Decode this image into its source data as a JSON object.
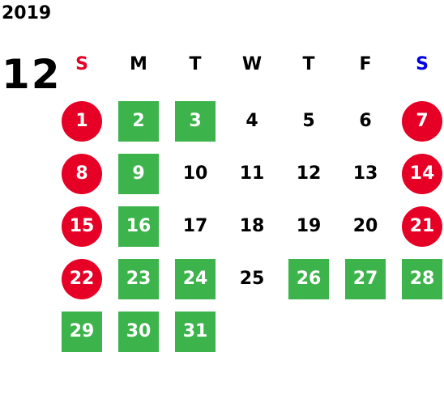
{
  "calendar": {
    "year": "2019",
    "month": "12",
    "colors": {
      "holiday": "#e60026",
      "workday": "#3cb44b",
      "sunday_label": "#e60026",
      "saturday_label": "#0000e6",
      "weekday_label": "#000000"
    },
    "weekdays": [
      {
        "label": "S",
        "kind": "sunday"
      },
      {
        "label": "M",
        "kind": "weekday"
      },
      {
        "label": "T",
        "kind": "weekday"
      },
      {
        "label": "W",
        "kind": "weekday"
      },
      {
        "label": "T",
        "kind": "weekday"
      },
      {
        "label": "F",
        "kind": "weekday"
      },
      {
        "label": "S",
        "kind": "saturday"
      }
    ],
    "days": [
      {
        "label": "1",
        "status": "holiday"
      },
      {
        "label": "2",
        "status": "workday"
      },
      {
        "label": "3",
        "status": "workday"
      },
      {
        "label": "4",
        "status": "plain"
      },
      {
        "label": "5",
        "status": "plain"
      },
      {
        "label": "6",
        "status": "plain"
      },
      {
        "label": "7",
        "status": "holiday"
      },
      {
        "label": "8",
        "status": "holiday"
      },
      {
        "label": "9",
        "status": "workday"
      },
      {
        "label": "10",
        "status": "plain"
      },
      {
        "label": "11",
        "status": "plain"
      },
      {
        "label": "12",
        "status": "plain"
      },
      {
        "label": "13",
        "status": "plain"
      },
      {
        "label": "14",
        "status": "holiday"
      },
      {
        "label": "15",
        "status": "holiday"
      },
      {
        "label": "16",
        "status": "workday"
      },
      {
        "label": "17",
        "status": "plain"
      },
      {
        "label": "18",
        "status": "plain"
      },
      {
        "label": "19",
        "status": "plain"
      },
      {
        "label": "20",
        "status": "plain"
      },
      {
        "label": "21",
        "status": "holiday"
      },
      {
        "label": "22",
        "status": "holiday"
      },
      {
        "label": "23",
        "status": "workday"
      },
      {
        "label": "24",
        "status": "workday"
      },
      {
        "label": "25",
        "status": "plain"
      },
      {
        "label": "26",
        "status": "workday"
      },
      {
        "label": "27",
        "status": "workday"
      },
      {
        "label": "28",
        "status": "workday"
      },
      {
        "label": "29",
        "status": "workday"
      },
      {
        "label": "30",
        "status": "workday"
      },
      {
        "label": "31",
        "status": "workday"
      }
    ]
  }
}
